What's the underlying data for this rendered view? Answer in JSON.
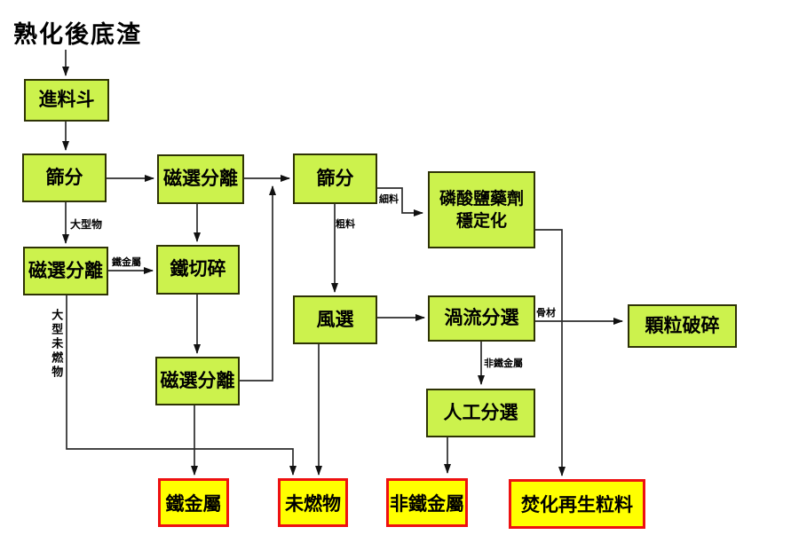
{
  "title": "熟化後底渣",
  "colors": {
    "process_fill": "#ccf24d",
    "process_border": "#2e3305",
    "output_fill": "#ffff00",
    "output_border": "#ee1111",
    "line": "#2d2d2d",
    "text": "#000000"
  },
  "nodes": {
    "feed_hopper": {
      "label": "進料斗"
    },
    "screening_1": {
      "label": "篩分"
    },
    "magnetic_separation_a": {
      "label": "磁選分離"
    },
    "screening_2": {
      "label": "篩分"
    },
    "phosphate_stabilization": {
      "label": "磷酸鹽藥劑穩定化"
    },
    "magnetic_separation_b": {
      "label": "磁選分離"
    },
    "iron_shredding": {
      "label": "鐵切碎"
    },
    "air_classification": {
      "label": "風選"
    },
    "eddy_current_separation": {
      "label": "渦流分選"
    },
    "particle_crushing": {
      "label": "顆粒破碎"
    },
    "magnetic_separation_c": {
      "label": "磁選分離"
    },
    "manual_sorting": {
      "label": "人工分選"
    }
  },
  "outputs": {
    "ferrous_metal": {
      "label": "鐵金屬"
    },
    "unburned_material": {
      "label": "未燃物"
    },
    "non_ferrous_metal": {
      "label": "非鐵金屬"
    },
    "incineration_regenerated_aggregate": {
      "label": "焚化再生粒料"
    }
  },
  "edge_labels": {
    "large_items": "大型物",
    "ferrous_metal": "鐵金屬",
    "large_unburned": "大型未燃物",
    "fine_material": "細料",
    "coarse_material": "粗料",
    "non_ferrous_metal": "非鐵金屬",
    "aggregate": "骨材"
  }
}
